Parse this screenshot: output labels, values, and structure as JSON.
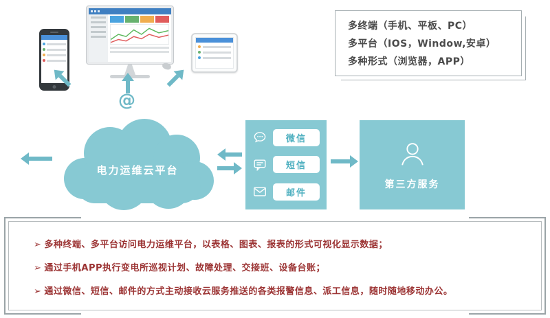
{
  "colors": {
    "teal": "#87c9d3",
    "arrow": "#6fb9c7",
    "pill": "#4fb0c0",
    "info": "#4a4a4a",
    "note": "#9c3434"
  },
  "at_symbol": "@",
  "info_box": {
    "lines": [
      "多终端（手机、平板、PC）",
      "多平台（IOS，Window,安卓）",
      "多种形式（浏览器，APP）"
    ]
  },
  "cloud_label": "电力运维云平台",
  "channels": [
    {
      "label": "微信",
      "icon": "wechat-icon"
    },
    {
      "label": "短信",
      "icon": "sms-icon"
    },
    {
      "label": "邮件",
      "icon": "mail-icon"
    }
  ],
  "third_party": {
    "label": "第三方服务",
    "icon": "person-icon"
  },
  "bullet_char": "➢",
  "notes": [
    "多种终端、多平台访问电力运维平台，以表格、图表、报表的形式可视化显示数据；",
    "通过手机APP执行变电所巡视计划、故障处理、交接班、设备台账；",
    "通过微信、短信、邮件的方式主动接收云服务推送的各类报警信息、派工信息，随时随地移动办公。"
  ]
}
